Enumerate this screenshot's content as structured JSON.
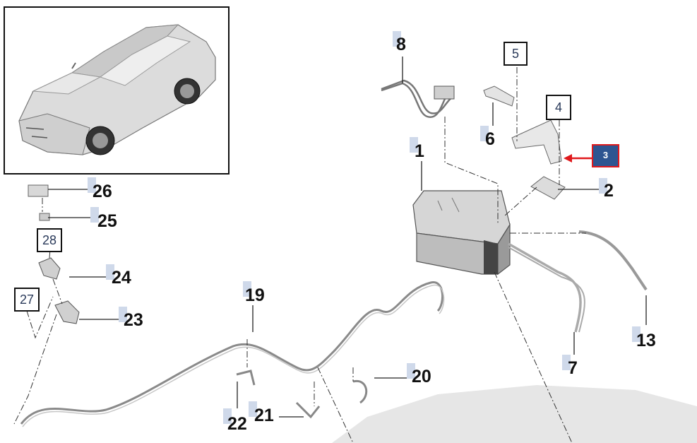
{
  "diagram": {
    "parts": [
      {
        "id": "p1",
        "label": "1"
      },
      {
        "id": "p2",
        "label": "2"
      },
      {
        "id": "p3",
        "label": "3"
      },
      {
        "id": "p4",
        "label": "4"
      },
      {
        "id": "p5",
        "label": "5"
      },
      {
        "id": "p6",
        "label": "6"
      },
      {
        "id": "p7",
        "label": "7"
      },
      {
        "id": "p8",
        "label": "8"
      },
      {
        "id": "p13",
        "label": "13"
      },
      {
        "id": "p19",
        "label": "19"
      },
      {
        "id": "p20",
        "label": "20"
      },
      {
        "id": "p21",
        "label": "21"
      },
      {
        "id": "p22",
        "label": "22"
      },
      {
        "id": "p23",
        "label": "23"
      },
      {
        "id": "p24",
        "label": "24"
      },
      {
        "id": "p25",
        "label": "25"
      },
      {
        "id": "p26",
        "label": "26"
      },
      {
        "id": "p27",
        "label": "27"
      },
      {
        "id": "p28",
        "label": "28"
      }
    ],
    "highlight_color": "#2e5591",
    "highlight_border": "#e0191c",
    "arrow_color": "#e0191c",
    "tag_color": "#cfd9ea"
  }
}
